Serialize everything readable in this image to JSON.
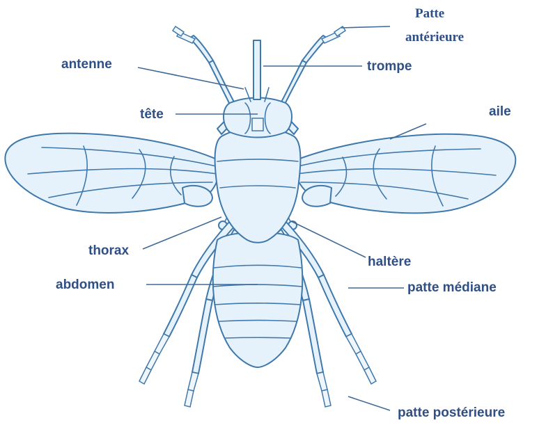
{
  "colors": {
    "outline": "#3f78ab",
    "fill": "#e6f2fb",
    "fill_dark": "#d6e8f6",
    "label": "#2f4f85",
    "leader": "#3f6a96"
  },
  "labels": {
    "patte_anterieure_line1": "Patte",
    "patte_anterieure_line2": "antérieure",
    "antenne": "antenne",
    "trompe": "trompe",
    "tete": "tête",
    "aile": "aile",
    "thorax": "thorax",
    "haltere": "haltère",
    "abdomen": "abdomen",
    "patte_mediane": "patte médiane",
    "patte_posterieure": "patte postérieure"
  }
}
